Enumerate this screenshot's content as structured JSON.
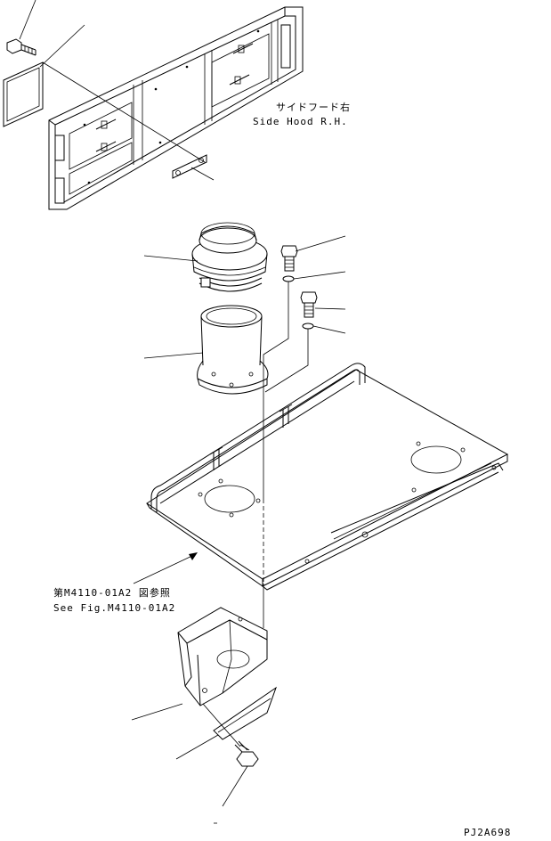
{
  "labels": {
    "side_hood_jp": "サイドフード右",
    "side_hood_en": "Side Hood R.H.",
    "ref_jp": "第M4110-01A2 図参照",
    "ref_en": "See Fig.M4110-01A2",
    "drawing_code": "PJ2A698"
  }
}
